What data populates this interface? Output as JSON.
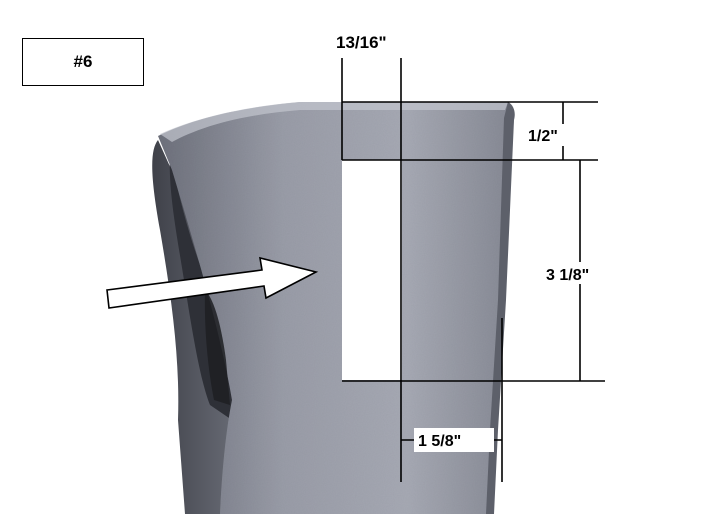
{
  "figure_label": "#6",
  "dimensions": {
    "top_width": "13/16\"",
    "top_height": "1/2\"",
    "cutout_height": "3 1/8\"",
    "bottom_offset": "1 5/8\""
  },
  "colors": {
    "part_body": "#8f929e",
    "part_light": "#b9bcc6",
    "part_dark": "#4d4f58",
    "cutout": "#ffffff",
    "dimension_lines": "#000000"
  }
}
